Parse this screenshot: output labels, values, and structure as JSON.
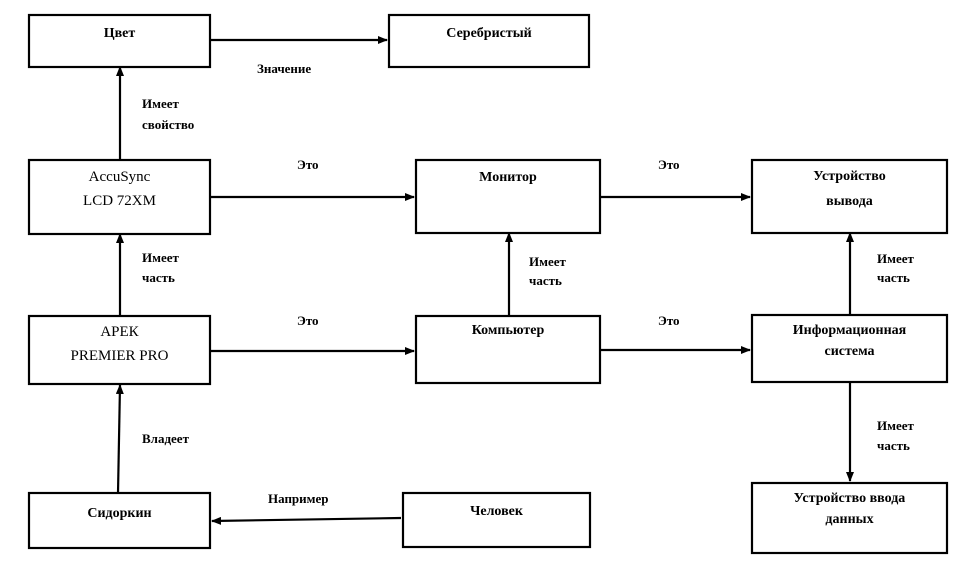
{
  "nodes": {
    "color": {
      "lines": [
        "Цвет"
      ]
    },
    "silver": {
      "lines": [
        "Серебристый"
      ]
    },
    "accusync": {
      "lines": [
        "AccuSync",
        "LCD 72XM"
      ]
    },
    "monitor": {
      "lines": [
        "Монитор"
      ]
    },
    "output_device": {
      "lines": [
        "Устройство",
        "вывода"
      ]
    },
    "aquarius": {
      "lines": [
        "АРЕК",
        "PREMIER PRO"
      ]
    },
    "computer": {
      "lines": [
        "Компьютер"
      ]
    },
    "info_system": {
      "lines": [
        "Информационная",
        "система"
      ]
    },
    "sidorkin": {
      "lines": [
        "Сидоркин"
      ]
    },
    "person": {
      "lines": [
        "Человек"
      ]
    },
    "input_device": {
      "lines": [
        "Устройство ввода",
        "данных"
      ]
    }
  },
  "edges": {
    "color_silver": {
      "lines": [
        "Значение"
      ]
    },
    "accusync_color": {
      "lines": [
        "Имеет",
        "свойство"
      ]
    },
    "accusync_monitor": {
      "lines": [
        "Это"
      ]
    },
    "monitor_output": {
      "lines": [
        "Это"
      ]
    },
    "aquarius_accusync": {
      "lines": [
        "Имеет",
        "часть"
      ]
    },
    "aquarius_computer": {
      "lines": [
        "Это"
      ]
    },
    "computer_monitor": {
      "lines": [
        "Имеет",
        "часть"
      ]
    },
    "computer_info": {
      "lines": [
        "Это"
      ]
    },
    "info_output": {
      "lines": [
        "Имеет",
        "часть"
      ]
    },
    "info_input": {
      "lines": [
        "Имеет",
        "часть"
      ]
    },
    "sidorkin_aquarius": {
      "lines": [
        "Владеет"
      ]
    },
    "person_sidorkin": {
      "lines": [
        "Например"
      ]
    }
  }
}
